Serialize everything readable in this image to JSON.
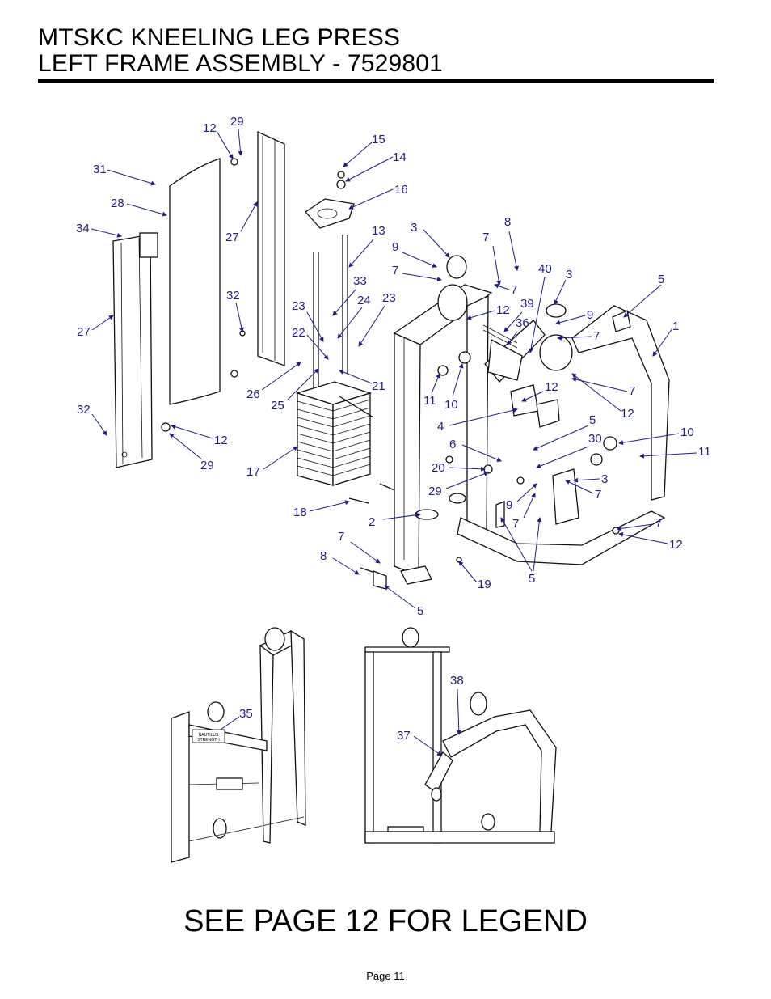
{
  "header": {
    "title_line1": "MTSKC KNEELING LEG PRESS",
    "title_line2": "LEFT FRAME ASSEMBLY - 7529801"
  },
  "callouts": [
    "12",
    "29",
    "31",
    "28",
    "34",
    "27",
    "27",
    "32",
    "32",
    "12",
    "29",
    "15",
    "14",
    "16",
    "13",
    "33",
    "23",
    "24",
    "23",
    "22",
    "26",
    "25",
    "21",
    "17",
    "18",
    "3",
    "9",
    "7",
    "7",
    "8",
    "40",
    "3",
    "7",
    "12",
    "39",
    "36",
    "9",
    "7",
    "5",
    "1",
    "11",
    "10",
    "12",
    "12",
    "7",
    "4",
    "5",
    "6",
    "30",
    "10",
    "11",
    "20",
    "3",
    "29",
    "7",
    "9",
    "7",
    "2",
    "7",
    "12",
    "7",
    "8",
    "19",
    "5",
    "5",
    "35",
    "38",
    "37"
  ],
  "nameplate": {
    "line1": "NAUTILUS",
    "line2": "STRENGTH"
  },
  "footer": {
    "legend_note": "SEE PAGE 12 FOR LEGEND",
    "page_label": "Page 11"
  },
  "colors": {
    "callout": "#1f1f7a",
    "line": "#111111"
  }
}
